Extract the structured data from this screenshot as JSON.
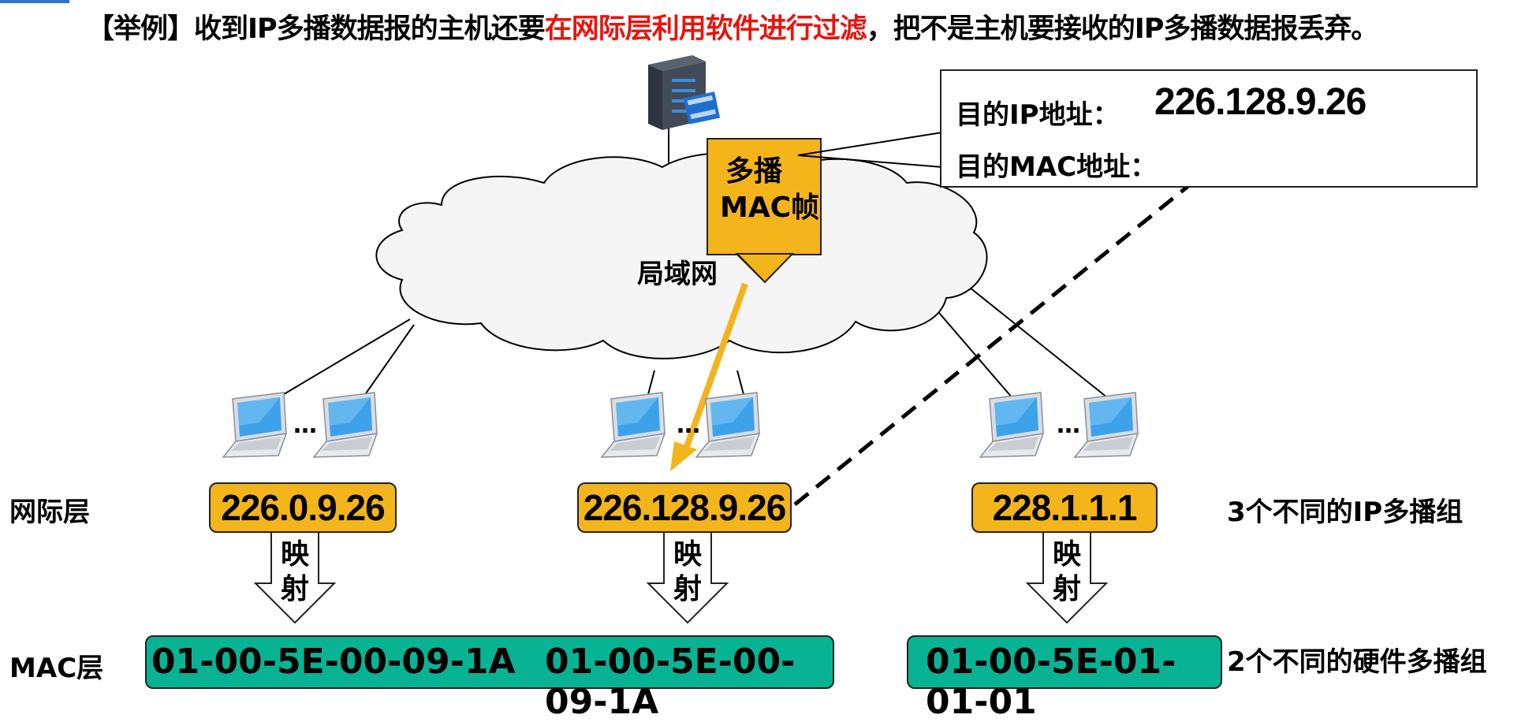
{
  "title": {
    "prefix": "【举例】收到IP多播数据报的主机还要",
    "highlight": "在网际层利用软件进行过滤",
    "suffix": "，把不是主机要接收的IP多播数据报丢弃。"
  },
  "cloud": {
    "label": "局域网"
  },
  "mac_frame": {
    "line1": "多播",
    "line2": "MAC帧"
  },
  "frame_info": {
    "dest_ip_label": "目的IP地址：",
    "dest_ip_value": "226.128.9.26",
    "dest_mac_label": "目的MAC地址："
  },
  "layers": {
    "network": "网际层",
    "mac": "MAC层"
  },
  "groups": [
    {
      "ip": "226.0.9.26"
    },
    {
      "ip": "226.128.9.26"
    },
    {
      "ip": "228.1.1.1"
    }
  ],
  "mapping": {
    "char1": "映",
    "char2": "射"
  },
  "mac_addresses": {
    "shared_left": "01-00-5E-00-09-1A",
    "shared_right": "01-00-5E-00-09-1A",
    "third": "01-00-5E-01-01-01"
  },
  "notes": {
    "ip_groups": "3个不同的IP多播组",
    "hw_groups": "2个不同的硬件多播组"
  },
  "ellipsis": "…",
  "colors": {
    "ip_box": "#f3b41c",
    "mac_box": "#08b394",
    "highlight": "#e8140c",
    "arrow": "#f3b41c"
  }
}
